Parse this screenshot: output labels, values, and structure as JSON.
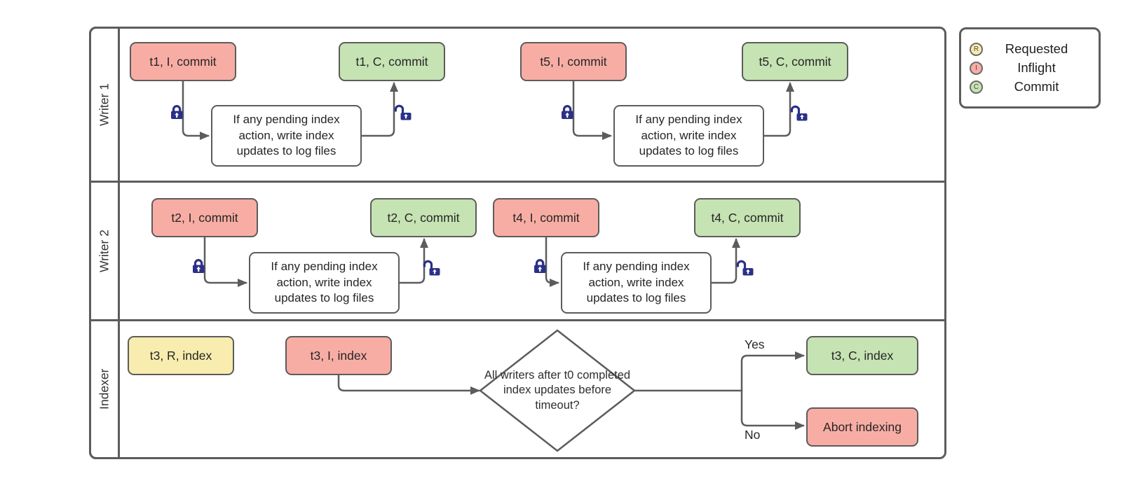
{
  "colors": {
    "requested": "#f8ecae",
    "inflight": "#f8ada4",
    "commit": "#c6e3b3",
    "stroke": "#5c5c5c",
    "lock": "#2b3087"
  },
  "diagram": {
    "lanes": [
      {
        "label": "Writer 1"
      },
      {
        "label": "Writer 2"
      },
      {
        "label": "Indexer"
      }
    ],
    "flow_step_text": "If any pending index action, write index updates to log files",
    "decision_text": "All writers after t0 completed index updates before timeout?",
    "edge_labels": {
      "yes": "Yes",
      "no": "No"
    },
    "nodes": {
      "t1_inflight": "t1, I, commit",
      "t1_commit": "t1, C, commit",
      "t5_inflight": "t5, I, commit",
      "t5_commit": "t5, C, commit",
      "t2_inflight": "t2, I, commit",
      "t2_commit": "t2, C, commit",
      "t4_inflight": "t4, I, commit",
      "t4_commit": "t4, C, commit",
      "t3_requested": "t3, R, index",
      "t3_inflight": "t3, I, index",
      "t3_commit": "t3, C, index",
      "abort": "Abort indexing"
    }
  },
  "legend": {
    "items": [
      {
        "letter": "R",
        "label": "Requested",
        "color": "#f8ecae"
      },
      {
        "letter": "I",
        "label": "Inflight",
        "color": "#f8ada4"
      },
      {
        "letter": "C",
        "label": "Commit",
        "color": "#c6e3b3"
      }
    ]
  }
}
